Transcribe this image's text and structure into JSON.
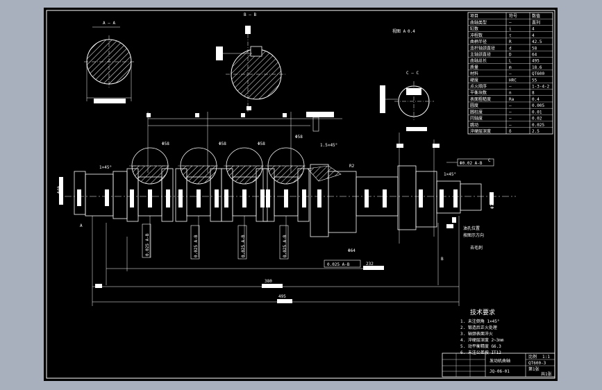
{
  "drawing": {
    "title_block": {
      "part_name": "发动机曲轴",
      "drawing_no": "JQ-06-01",
      "scale_label": "比例",
      "scale_value": "1:1",
      "material": "QT600-3",
      "sheet_label": "第1张",
      "quantity_label": "共1张"
    },
    "section_labels": {
      "a": "A — A",
      "b": "B — B",
      "c": "C — C",
      "view": "视图 A"
    },
    "dimensions": {
      "chamfer_left": "1×45°",
      "chamfer_right": "1×45°",
      "chamfer_mid": "1.5×45°",
      "radius_r2": "R2",
      "pin_1": "Φ58",
      "pin_2": "Φ58",
      "pin_3": "Φ58",
      "pin_4": "Φ58",
      "runout_1": "0.025 A-B",
      "runout_2": "0.025 A-B",
      "runout_3": "0.025 A-B",
      "runout_4": "0.025 A-B",
      "runout_main": "0.025 A-B",
      "coax": "Φ0.02 A-B",
      "datum_a": "A",
      "datum_b": "B",
      "datum_c": "C"
    },
    "params_table": {
      "header": [
        "项目",
        "符号",
        "数值"
      ],
      "rows": [
        [
          "曲轴类型",
          "—",
          "直列"
        ],
        [
          "缸数",
          "i",
          "4"
        ],
        [
          "冲程数",
          "τ",
          "4"
        ],
        [
          "曲柄半径",
          "R",
          "42.5"
        ],
        [
          "连杆轴颈直径",
          "d",
          "58"
        ],
        [
          "主轴颈直径",
          "D",
          "64"
        ],
        [
          "曲轴总长",
          "L",
          "495"
        ],
        [
          "质量",
          "m",
          "18.6"
        ],
        [
          "材料",
          "—",
          "QT600"
        ],
        [
          "硬度",
          "HRC",
          "55"
        ],
        [
          "点火顺序",
          "—",
          "1-3-4-2"
        ],
        [
          "平衡块数",
          "n",
          "8"
        ],
        [
          "表面粗糙度",
          "Ra",
          "0.4"
        ],
        [
          "圆度",
          "—",
          "0.005"
        ],
        [
          "圆柱度",
          "—",
          "0.01"
        ],
        [
          "同轴度",
          "—",
          "0.02"
        ],
        [
          "跳动",
          "—",
          "0.025"
        ],
        [
          "淬硬层深度",
          "δ",
          "2.5"
        ]
      ]
    },
    "tech_requirements": {
      "title": "技术要求",
      "items": [
        "1. 未注倒角 1×45°",
        "2. 锻造后正火处理",
        "3. 轴颈表面淬火",
        "4. 淬硬层深度 2~3mm",
        "5. 动平衡精度 G6.3",
        "6. 未注公差按 IT12"
      ]
    },
    "length_dims": {
      "total": "495",
      "mid": "380",
      "partial": "232"
    },
    "misc_labels": {
      "left_dia": "Φ40",
      "right_dia": "Φ70",
      "spacer": "Φ64",
      "roughness": "0.4",
      "note_right_1": "油孔位置",
      "note_right_2": "按图示方向",
      "note_right_3": "去毛刺"
    }
  }
}
